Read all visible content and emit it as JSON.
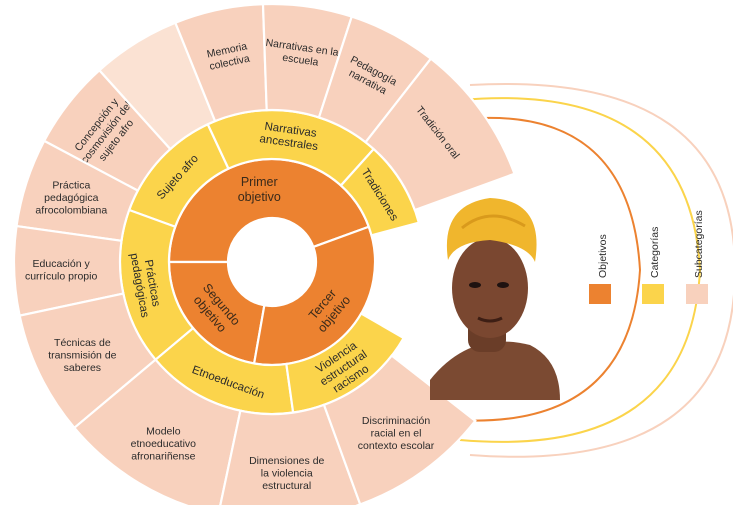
{
  "diagram": {
    "inner": [
      {
        "id": "primer",
        "label": "Primer objetivo"
      },
      {
        "id": "segundo",
        "label": "Segundo objetivo"
      },
      {
        "id": "tercer",
        "label": "Tercer objetivo"
      }
    ],
    "middle": [
      {
        "label": "Sujeto afro"
      },
      {
        "label": "Narrativas ancestrales"
      },
      {
        "label": "Tradiciones"
      },
      {
        "label": "Prácticas pedagógicas"
      },
      {
        "label": "Etnoeducación"
      },
      {
        "label": "Violencia estructural racismo"
      }
    ],
    "outer": [
      {
        "label": "Concepción y cosmovisión del sujeto afro"
      },
      {
        "label": ""
      },
      {
        "label": "Memoria colectiva"
      },
      {
        "label": "Narrativas en la escuela"
      },
      {
        "label": "Pedagogía narrativa"
      },
      {
        "label": "Tradición oral"
      },
      {
        "label": "Práctica pedagógica afrocolombiana"
      },
      {
        "label": "Educación y currículo propio"
      },
      {
        "label": "Técnicas de transmisión de saberes"
      },
      {
        "label": "Modelo etnoeducativo afronariñense"
      },
      {
        "label": "Dimensiones de la violencia estructural"
      },
      {
        "label": "Discriminación racial en el contexto escolar"
      }
    ]
  },
  "legend": [
    {
      "label": "Objetivos",
      "color": "#ec8230"
    },
    {
      "label": "Categorías",
      "color": "#fbd44b"
    },
    {
      "label": "Subcategorías",
      "color": "#f8d1bd"
    }
  ],
  "colors": {
    "objetivo": "#ec8230",
    "categoria": "#fbd44b",
    "subcategoria": "#f8d1bd",
    "arc": "#f4a35b"
  }
}
